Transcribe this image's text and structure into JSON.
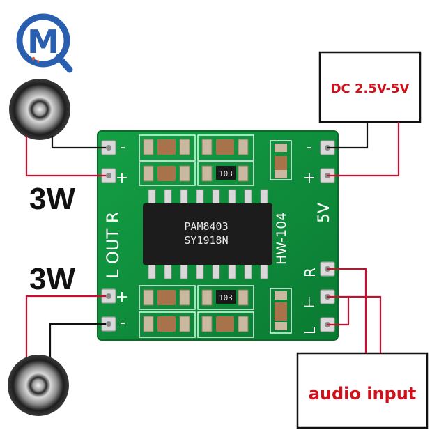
{
  "logo": {
    "letter": "M",
    "icon": "mq-logo-icon"
  },
  "labels": {
    "power_rating_top": "3W",
    "power_rating_bottom": "3W",
    "dc_input": "DC 2.5V-5V",
    "audio_input": "audio input"
  },
  "board": {
    "chip_line1": "PAM8403",
    "chip_line2": "SY1918N",
    "model": "HW-104",
    "voltage": "5V",
    "out_label": "L OUT R",
    "resistor_top": "103",
    "resistor_bottom": "103",
    "pin_r": "R",
    "pin_ground": "⊥",
    "pin_l": "L",
    "plus": "+",
    "minus": "-"
  },
  "colors": {
    "pcb": "#0d8a3a",
    "wire_red": "#c8102e",
    "wire_black": "#111111",
    "label_red": "#d0101a",
    "logo_blue": "#2a5fb0"
  }
}
